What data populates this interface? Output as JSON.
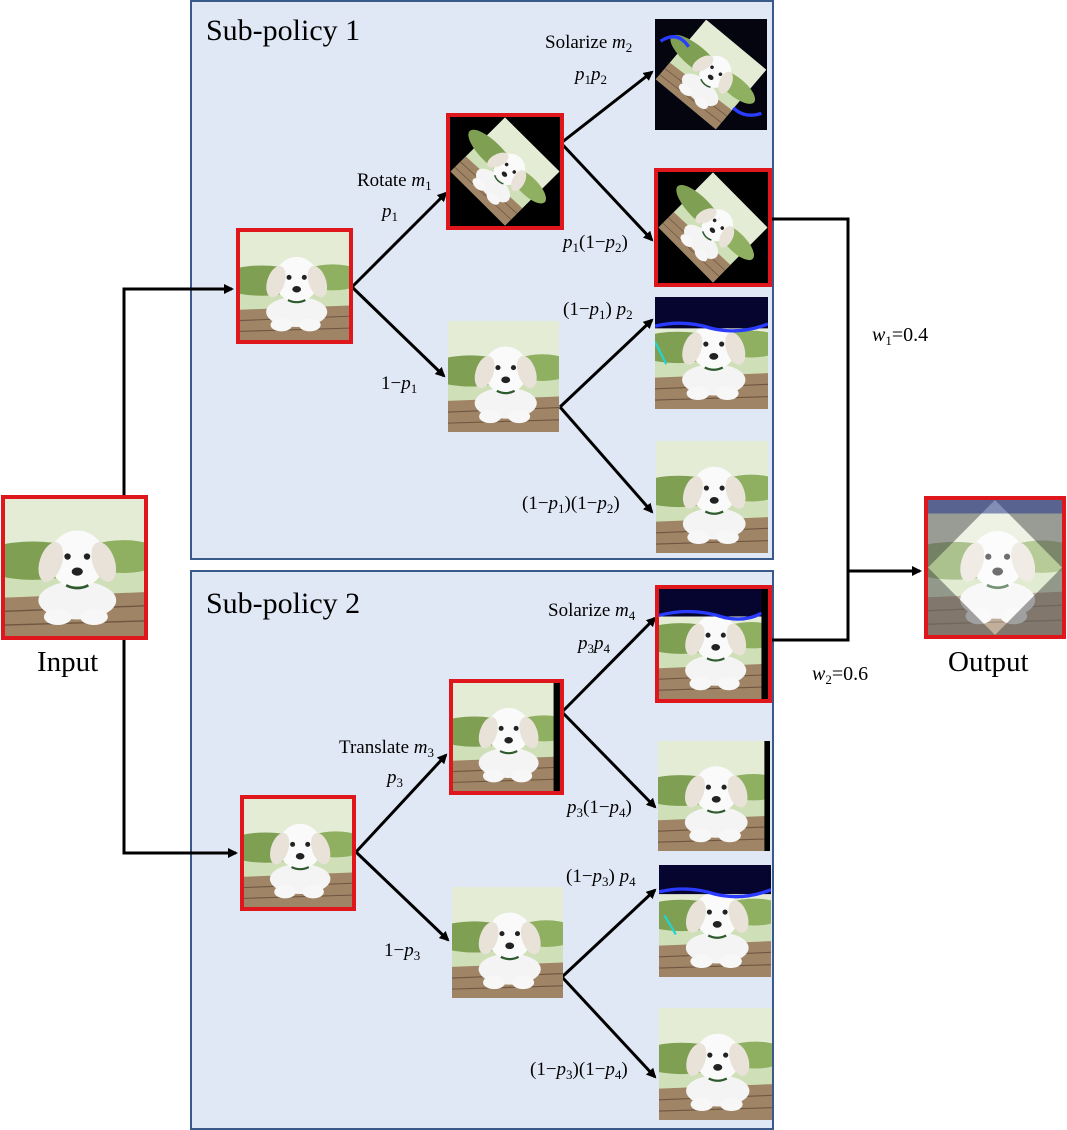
{
  "input_label": "Input",
  "output_label": "Output",
  "weights": [
    {
      "symbol": "w",
      "sub": "1",
      "value": "=0.4"
    },
    {
      "symbol": "w",
      "sub": "2",
      "value": "=0.6"
    }
  ],
  "subpolicies": [
    {
      "title": "Sub-policy 1",
      "op_a": {
        "name": "Rotate",
        "mag": "m",
        "mag_sub": "1",
        "prob": "p",
        "prob_sub": "1"
      },
      "op_a_not": {
        "prefix": "1−",
        "prob": "p",
        "prob_sub": "1"
      },
      "op_b": {
        "name": "Solarize",
        "mag": "m",
        "mag_sub": "2"
      },
      "branches": [
        "p1p2",
        "p1(1−p2)",
        "(1−p1) p2",
        "(1−p1)(1−p2)"
      ]
    },
    {
      "title": "Sub-policy 2",
      "op_a": {
        "name": "Translate",
        "mag": "m",
        "mag_sub": "3",
        "prob": "p",
        "prob_sub": "3"
      },
      "op_a_not": {
        "prefix": "1−",
        "prob": "p",
        "prob_sub": "3"
      },
      "op_b": {
        "name": "Solarize",
        "mag": "m",
        "mag_sub": "4"
      },
      "branches": [
        "p3p4",
        "p3(1−p4)",
        "(1−p3) p4",
        "(1−p3)(1−p4)"
      ]
    }
  ]
}
